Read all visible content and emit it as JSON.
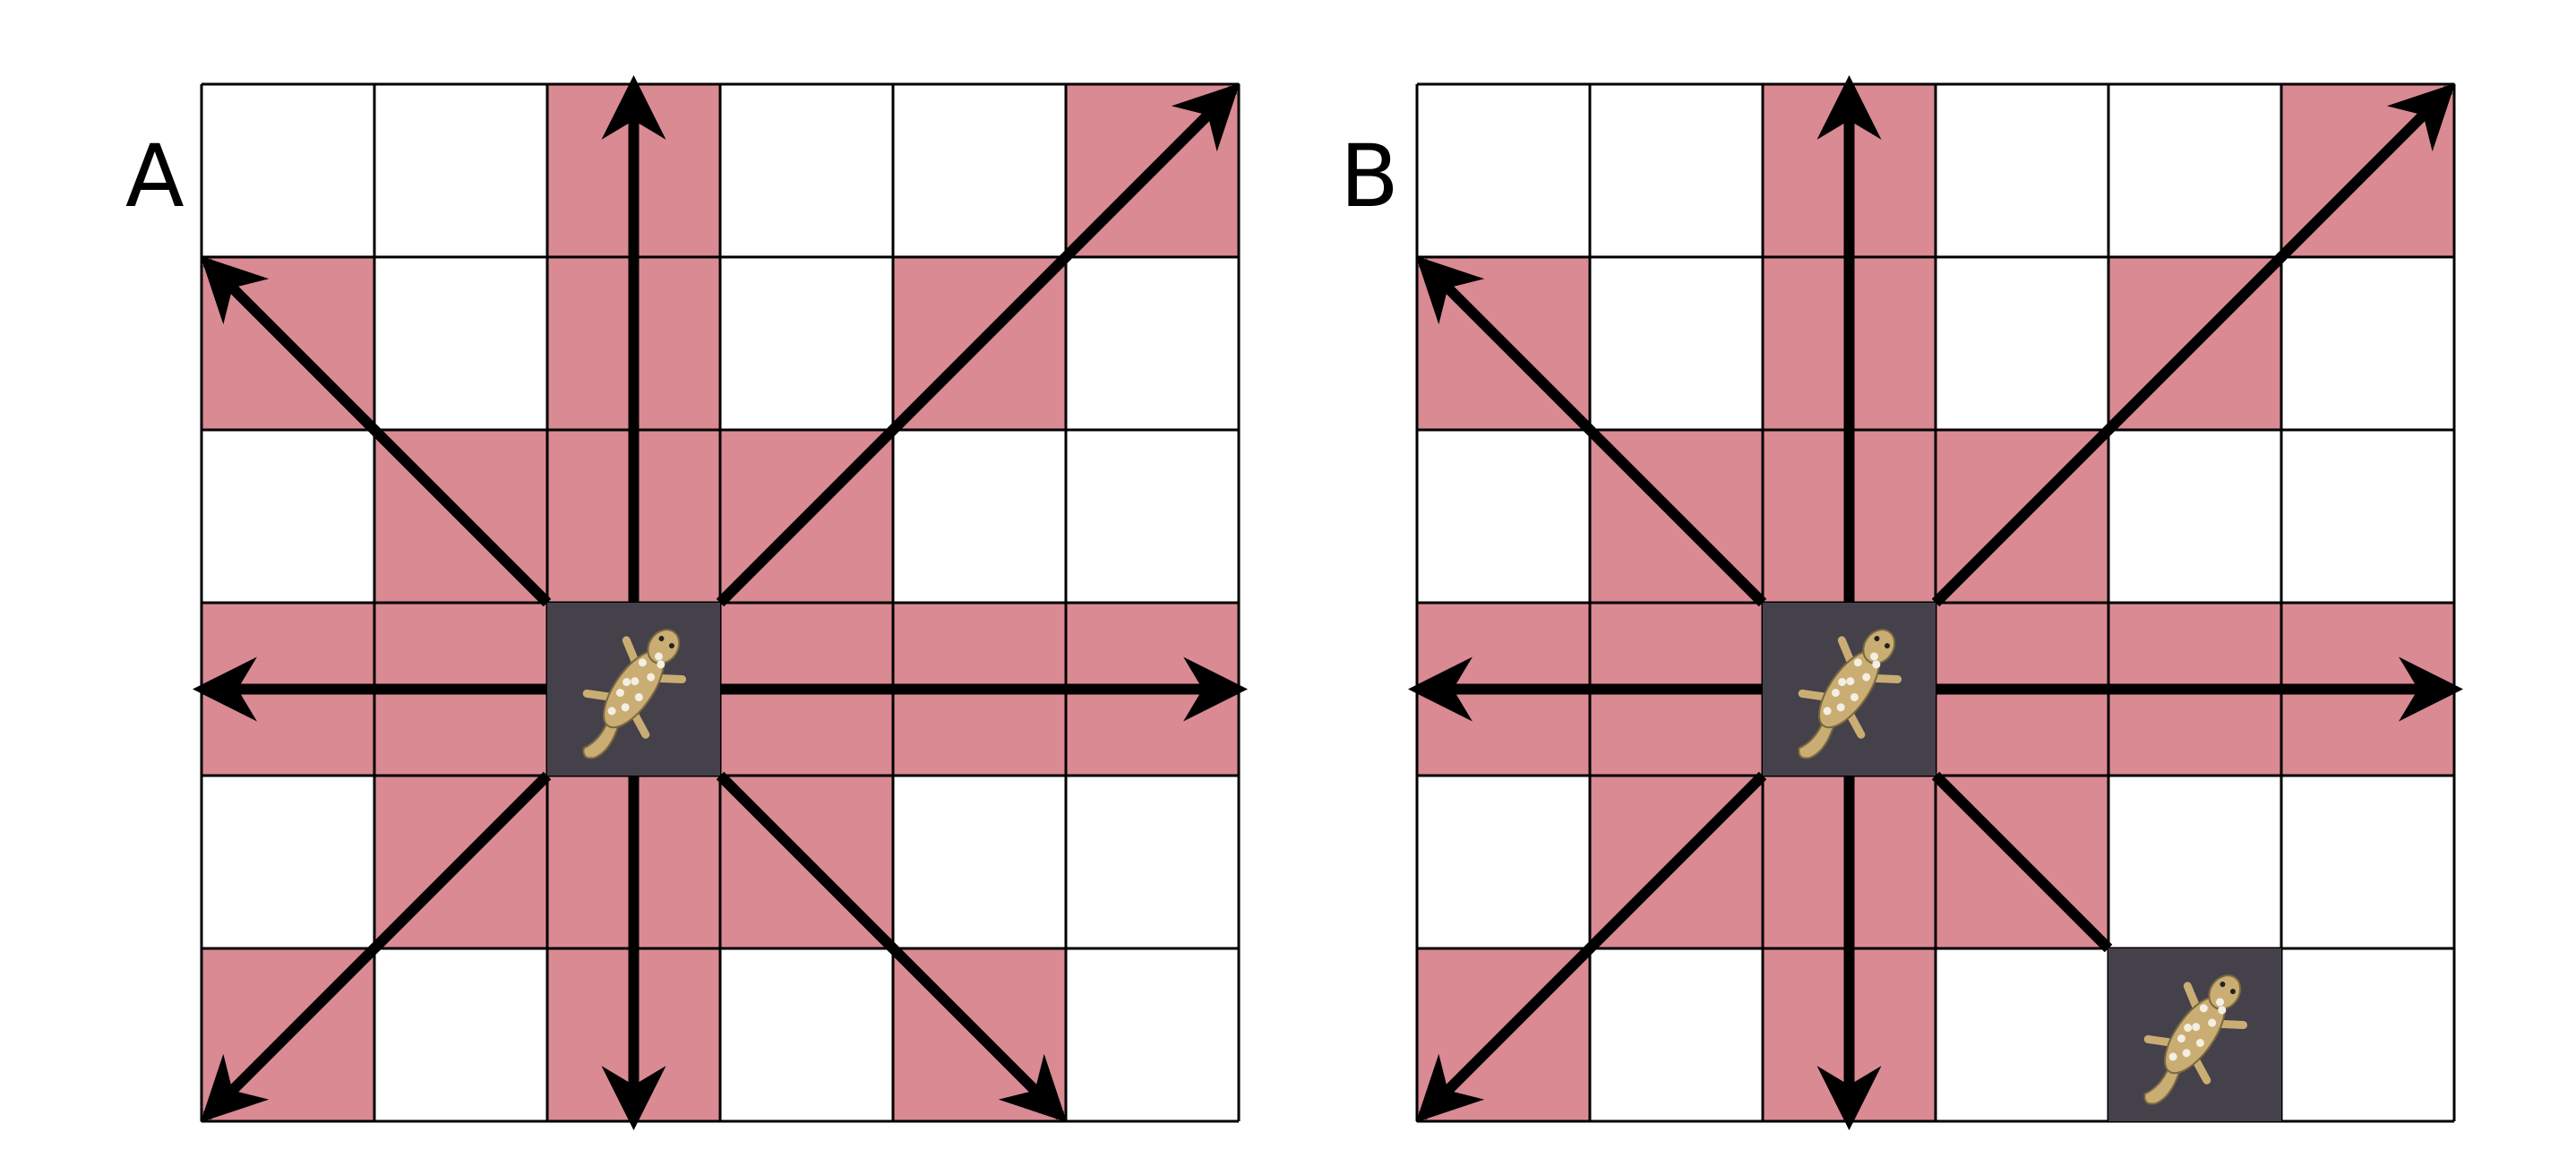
{
  "figure": {
    "grid_size": 6,
    "colors": {
      "highlight": "#d98a93",
      "cell_bg": "#ffffff",
      "grid_line": "#000000",
      "arrow": "#000000",
      "piece_bg": "#45414b",
      "piece_body": "#c9ad73",
      "piece_spots": "#f3efe2"
    },
    "panels": [
      {
        "label": "A",
        "piece_icon": "lizard-icon",
        "center_piece": {
          "row": 3,
          "col": 2
        },
        "extra_pieces": [],
        "highlighted_cells": [
          [
            0,
            2
          ],
          [
            0,
            5
          ],
          [
            1,
            0
          ],
          [
            1,
            2
          ],
          [
            1,
            4
          ],
          [
            2,
            1
          ],
          [
            2,
            2
          ],
          [
            2,
            3
          ],
          [
            3,
            0
          ],
          [
            3,
            1
          ],
          [
            3,
            3
          ],
          [
            3,
            4
          ],
          [
            3,
            5
          ],
          [
            4,
            1
          ],
          [
            4,
            2
          ],
          [
            4,
            3
          ],
          [
            5,
            0
          ],
          [
            5,
            2
          ],
          [
            5,
            4
          ]
        ],
        "arrows": [
          "up",
          "up-right",
          "right",
          "down-right",
          "down",
          "down-left",
          "left",
          "up-left"
        ]
      },
      {
        "label": "B",
        "piece_icon": "lizard-icon",
        "center_piece": {
          "row": 3,
          "col": 2
        },
        "extra_pieces": [
          {
            "row": 5,
            "col": 4
          }
        ],
        "highlighted_cells": [
          [
            0,
            2
          ],
          [
            0,
            5
          ],
          [
            1,
            0
          ],
          [
            1,
            2
          ],
          [
            1,
            4
          ],
          [
            2,
            1
          ],
          [
            2,
            2
          ],
          [
            2,
            3
          ],
          [
            3,
            0
          ],
          [
            3,
            1
          ],
          [
            3,
            3
          ],
          [
            3,
            4
          ],
          [
            3,
            5
          ],
          [
            4,
            1
          ],
          [
            4,
            2
          ],
          [
            4,
            3
          ],
          [
            5,
            0
          ],
          [
            5,
            2
          ]
        ],
        "arrows": [
          "up",
          "up-right",
          "right",
          "down-right-blocked",
          "down",
          "down-left",
          "left",
          "up-left"
        ]
      }
    ]
  }
}
